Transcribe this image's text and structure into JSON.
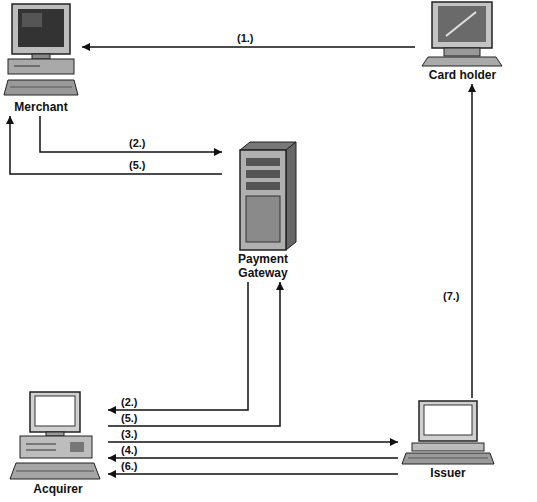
{
  "diagram": {
    "nodes": [
      {
        "text": [
          "Merchant"
        ]
      },
      {
        "text": [
          "Card holder"
        ]
      },
      {
        "text": [
          "Payment Gateway"
        ]
      },
      {
        "text": [
          "Acquirer"
        ]
      },
      {
        "text": [
          "Issuer"
        ]
      }
    ],
    "edges": [
      {
        "from": 1,
        "to": 0,
        "label": "(1.)",
        "arrow": "to"
      },
      {
        "from": 0,
        "to": 2,
        "label": "(2.)",
        "arrow": "to"
      },
      {
        "from": 2,
        "to": 0,
        "label": "(5.)",
        "arrow": "to"
      },
      {
        "from": 2,
        "to": 3,
        "label": "(2.)",
        "arrow": "to"
      },
      {
        "from": 3,
        "to": 2,
        "label": "(5.)",
        "arrow": "to"
      },
      {
        "from": 3,
        "to": 4,
        "label": "(3.)",
        "arrow": "to"
      },
      {
        "from": 4,
        "to": 3,
        "label": "(4.)",
        "arrow": "to"
      },
      {
        "from": 4,
        "to": 3,
        "label": "(6.)",
        "arrow": "to"
      },
      {
        "from": 4,
        "to": 1,
        "label": "(7.)",
        "arrow": "to"
      }
    ]
  }
}
